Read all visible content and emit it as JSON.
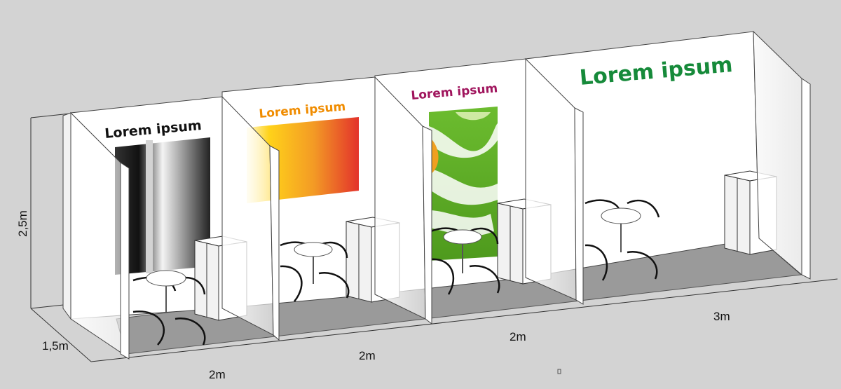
{
  "booths": [
    {
      "id": "booth-1",
      "title": "Lorem ipsum",
      "title_color": "#111111",
      "graphic": "grey-gradient"
    },
    {
      "id": "booth-2",
      "title": "Lorem ipsum",
      "title_color": "#f08c00",
      "graphic": "yellow-red-gradient"
    },
    {
      "id": "booth-3",
      "title": "Lorem ipsum",
      "title_color": "#a0155d",
      "graphic": "green-leaf-pattern"
    },
    {
      "id": "booth-4",
      "title": "Lorem ipsum",
      "title_color": "#168a3a",
      "graphic": "none"
    }
  ],
  "dimensions": {
    "height": "2,5m",
    "depth": "1,5m",
    "width_1": "2m",
    "width_2": "2m",
    "width_3": "2m",
    "width_4": "3m"
  },
  "colors": {
    "background": "#d3d3d3",
    "wall": "#ffffff",
    "floor": "#9a9a9a",
    "outline": "#222222"
  }
}
